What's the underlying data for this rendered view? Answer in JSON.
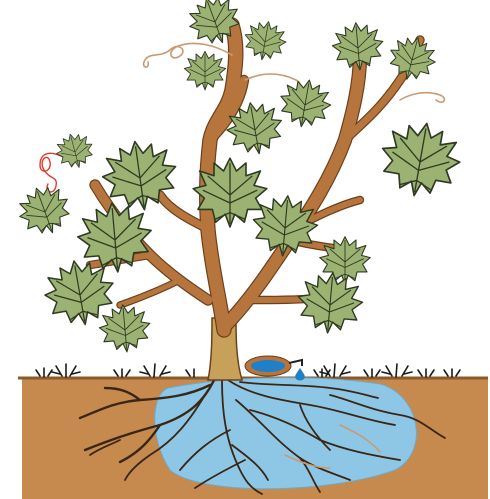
{
  "illustration": {
    "subject": "grapevine-with-drip-irrigation-and-root-zone",
    "colors": {
      "background": "#ffffff",
      "sky": "#ffffff",
      "soil": "#c68a4e",
      "soil_surface_line": "#8a5a2b",
      "wet_zone": "#8ec7e6",
      "trunk": "#b5753c",
      "trunk_dark": "#6e3f1b",
      "trunk_base": "#c7a15a",
      "leaf_fill": "#9bb272",
      "leaf_stroke": "#2f3a22",
      "leaf_vein": "#2f3a22",
      "root": "#3a2615",
      "tendril_left": "#e03b2f",
      "tendril_right": "#c99a72",
      "emitter_body": "#1f7fc9",
      "emitter_rim": "#b5753c",
      "drip": "#1f7fc9",
      "grass": "#1a1a1a"
    },
    "parts": {
      "canopy": "leaves",
      "trunk": "trunk",
      "roots": "roots",
      "irrigation": "drip-emitter",
      "ground": "soil"
    }
  }
}
